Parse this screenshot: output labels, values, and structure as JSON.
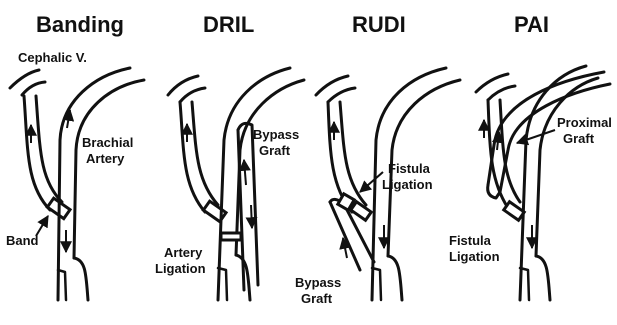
{
  "panels": [
    {
      "title": "Banding",
      "labels": {
        "vein": "Cephalic V.",
        "artery_l1": "Brachial",
        "artery_l2": "Artery",
        "band": "Band"
      }
    },
    {
      "title": "DRIL",
      "labels": {
        "graft_l1": "Bypass",
        "graft_l2": "Graft",
        "lig_l1": "Artery",
        "lig_l2": "Ligation"
      }
    },
    {
      "title": "RUDI",
      "labels": {
        "lig_l1": "Fistula",
        "lig_l2": "Ligation",
        "graft_l1": "Bypass",
        "graft_l2": "Graft"
      }
    },
    {
      "title": "PAI",
      "labels": {
        "graft_l1": "Proximal",
        "graft_l2": "Graft",
        "lig_l1": "Fistula",
        "lig_l2": "Ligation"
      }
    }
  ]
}
